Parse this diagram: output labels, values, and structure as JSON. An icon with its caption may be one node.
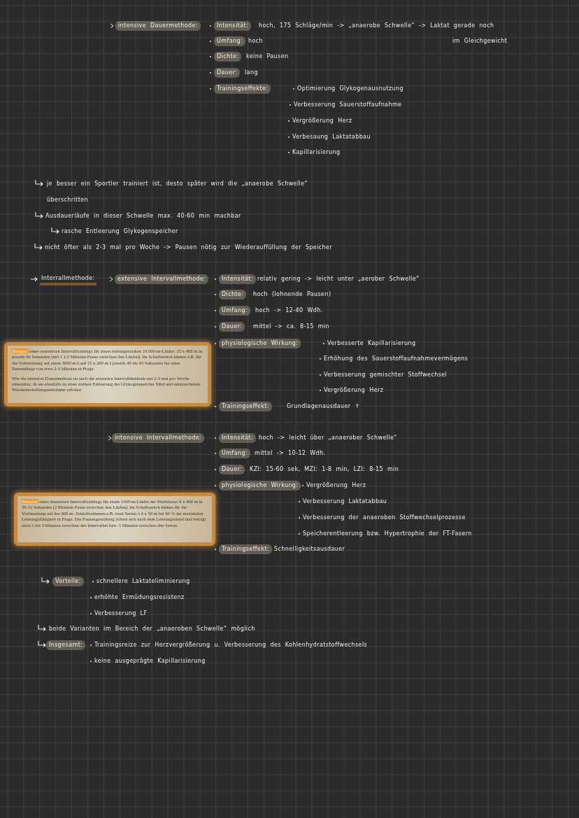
{
  "diagram": {
    "nodes": [
      {
        "text": [
          "intensive Dauermethode:"
        ]
      },
      {
        "text": [
          "Intensität:"
        ]
      },
      {
        "text": [
          "Umfang:"
        ]
      },
      {
        "text": [
          "Dichte:"
        ]
      },
      {
        "text": [
          "Dauer:"
        ]
      },
      {
        "text": [
          "Trainingseffekte:"
        ]
      },
      {
        "text": [
          "Interrallmethode:"
        ]
      },
      {
        "text": [
          "extensive Intervallmethode:"
        ]
      },
      {
        "text": [
          "Intensität:"
        ]
      },
      {
        "text": [
          "Dichte:"
        ]
      },
      {
        "text": [
          "Umfang:"
        ]
      },
      {
        "text": [
          "Dauer:"
        ]
      },
      {
        "text": [
          "physiologische Wirkung:"
        ]
      },
      {
        "text": [
          "Beispiel",
          "eines extensiven Intervalltrainings für einen leistungsstarken 10 000-m-Läufer: 25 x 400 m in jeweils 60 Sekunden (mit 1 1/2 Minuten Pause zwischen den Läufen). Im Schulbereich kämen z.B. für die Vorbereitung auf einen 3000 m-Lauf 15 x 200 m à jeweils 40 bis 45 Sekunden bei einer Pausenlänge von etwa 2-3 Minuten in Frage.",
          "Wie die intensive Dauermethode ist auch die extensive Intervallmethode nur 2-3 mal pro Woche einsetzbar, da sie ebenfalls zu einer starken Entleerung der Glykogenspeicher führt und entsprechende Wiederherstellungszeiträume erfodert"
        ]
      },
      {
        "text": [
          "Trainingseffekt:"
        ]
      },
      {
        "text": [
          "intensive Intervallmethode:"
        ]
      },
      {
        "text": [
          "Intensität:"
        ]
      },
      {
        "text": [
          "Umfang:"
        ]
      },
      {
        "text": [
          "Dauer:"
        ]
      },
      {
        "text": [
          "physiologische Wirkung:"
        ]
      },
      {
        "text": [
          "Beispiel",
          "eines intensiven Intervalltrainings für einen 1500-m-Läufer der Weltklasse: 6 x 400 m in 50-52 Sekunden (2 Minuten Pause zwischen den Läufen). Im Schulbereich kämen für die Vorbereitung auf das 400 m- Zeitschwimmen z.B. zwei Serien à 4 x 50 m bei 90 % der maximalen Leistungsfähigkeit in Frage. Die Pausengestaltung richtet sich nach dem Leistungsstand und beträgt etwa 2 bis 3 Minuten zwischen den Intervallen bzw. 5 Minuten zwischen den Serien."
        ]
      },
      {
        "text": [
          "Trainingseffekt:"
        ]
      },
      {
        "text": [
          "Vorteile:"
        ]
      },
      {
        "text": [
          "Insgesamt:"
        ]
      }
    ],
    "labels": [
      "hoch, 175 Schläge/min -> „anaerobe Schwelle“ -> Laktat gerade noch",
      "hoch",
      "im Gleichgewicht",
      "keine Pausen",
      "lang",
      "Optimierung Glykogenausnutzung",
      "Verbesserung Sauerstoffaufnahme",
      "Vergrößerung Herz",
      "Verbesaung Laktatabbau",
      "Kapillarisierung",
      "je besser ein Sportler trainiert ist, desto später wird die „anaerobe Schwelle“",
      "überschritten",
      "Ausdauerläufe in dieser Schwelle max. 40-60 min machbar",
      "rasche Entleerung Glykogenspeicher",
      "nicht öfter als 2-3 mal pro Woche -> Pausen nötig zur Wiederauffüllung der Speicher",
      "relativ gering -> leicht unter „aerober Schwelle“",
      "hoch (lohnende Pausen)",
      "hoch -> 12-40 Wdh.",
      "mittel -> ca. 8-15 min",
      "Verbesserte Kapillarisierung",
      "Erhöhung des Sauerstoffaufnahmevermögens",
      "Verbesserung gemischter Stoffwechsel",
      "Vergrößerung Herz",
      "Grundlagenausdauer ↑",
      "hoch -> leicht über „anaerober Schwelle“",
      "mittel -> 10-12 Wdh.",
      "KZI: 15-60 sek, MZI: 1-8 min, LZI: 8-15 min",
      "Vergrößerung Herz",
      "Verbesserung Laktatabbau",
      "Verbesserung der anaeroben Stoffwechselprozesse",
      "Speicherentleerung bzw. Hypertrophie der FT-Fasern",
      "Schnelligkeitsausdauer",
      "schnellere Laktateliminierung",
      "erhöhte Ermüdungsresistenz",
      "Verbesserung LF",
      "beide Varianten im Bereich der „anaeroben Schwelle“ möglich",
      "Trainingsreize zur Herzvergrößerung u. Verbesserung des Kohlenhydratstoffwechsels",
      "keine ausgeprägte Kapillarisierung"
    ]
  }
}
